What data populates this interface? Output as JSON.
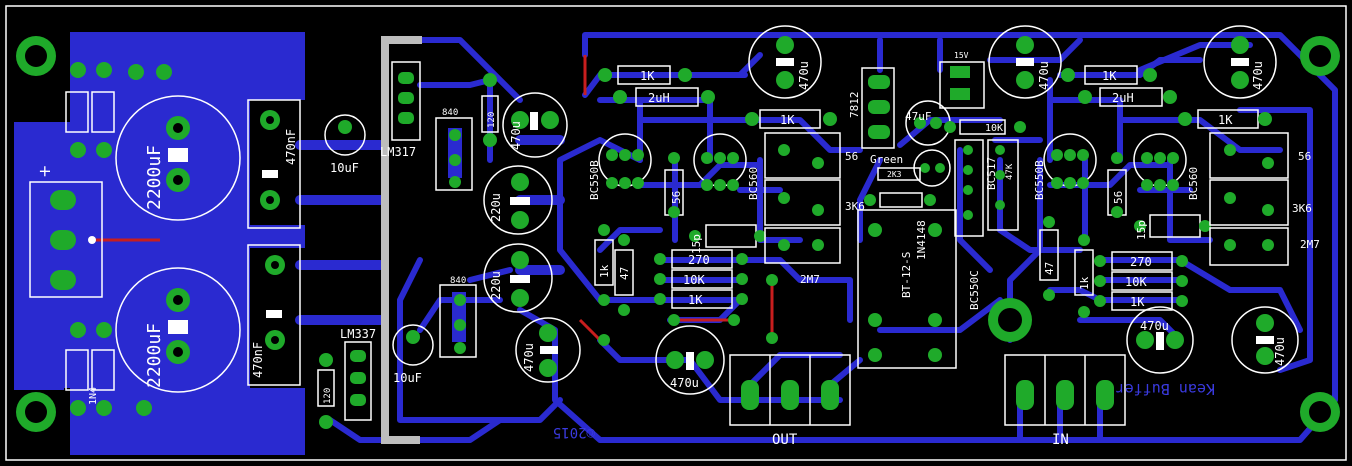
{
  "board": {
    "year": "©2015",
    "title": "Kean Buffer"
  },
  "connectors": {
    "out": "OUT",
    "in": "IN"
  },
  "regulators": {
    "pos": "LM317",
    "neg": "LM337",
    "fixed": "7812"
  },
  "labels": {
    "cap_2200_top": "2200uF",
    "cap_2200_bottom": "2200uF",
    "cap_470nf_top": "470nF",
    "cap_470nf_bottom": "470nF",
    "cap_10uf_top": "10uF",
    "cap_10uf_bottom": "10uF",
    "cap_220u_top": "220u",
    "cap_220u_bottom": "220u",
    "cap_470u_a": "470u",
    "cap_470u_b": "470u",
    "cap_470u_c": "470u",
    "cap_470u_d": "470u",
    "cap_470u_e": "470u",
    "cap_470u_f": "470u",
    "cap_470u_g": "470u",
    "cap_470u_h": "470u",
    "cap_47uf": "47uF",
    "res_120_top": "120",
    "res_120_bottom": "120",
    "pot_840_top": "840",
    "pot_840_bottom": "840",
    "res_1k_l1": "1K",
    "res_1k_l2": "1K",
    "res_1k_l3": "1K",
    "res_1k_r1": "1K",
    "res_1k_r2": "1K",
    "res_1k_small_l": "1k",
    "res_1k_small_r": "1k",
    "ind_l": "2uH",
    "ind_r": "2uH",
    "tr_l1": "BC550B",
    "tr_l2": "BC560",
    "tr_r1": "BC550B",
    "tr_r2": "BC560",
    "tr_mid1": "BC517",
    "tr_mid2": "BC550C",
    "res_56_l": "56",
    "res_56_r": "56",
    "res_56_l2": "56",
    "res_56_r2": "56",
    "res_3k6_l": "3K6",
    "res_3k6_r": "3K6",
    "res_2m7_l": "2M7",
    "res_2m7_r": "2M7",
    "res_270_l": "270",
    "res_270_r": "270",
    "res_10k_l": "10K",
    "res_10k_r": "10K",
    "res_10k_mid": "10K",
    "res_47_l": "47",
    "res_47_r": "47",
    "cap_15p_l": "15p",
    "cap_15p_r": "15p",
    "relay": "BT-12-S",
    "diode": "1N4148",
    "led": "Green",
    "res_2k3": "2K3",
    "res_47k": "47K",
    "v15": "15V",
    "diode_bl": "1N4"
  }
}
